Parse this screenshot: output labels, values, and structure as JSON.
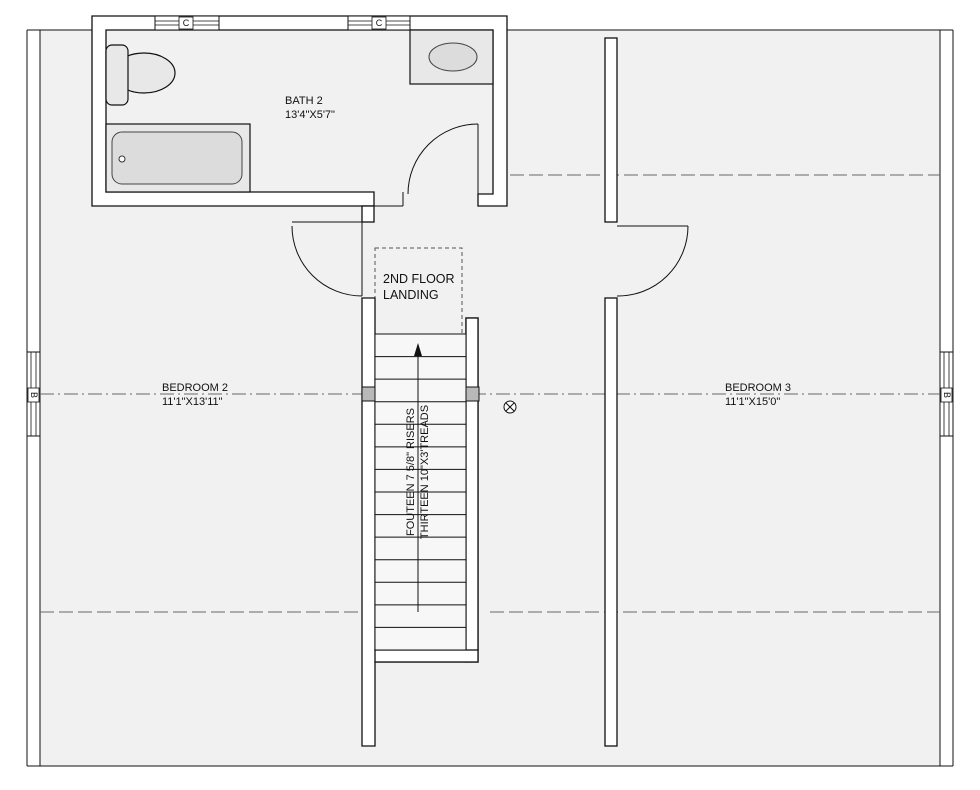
{
  "rooms": {
    "bath2": {
      "name": "BATH 2",
      "dims": "13'4\"X5'7\""
    },
    "bedroom2": {
      "name": "BEDROOM 2",
      "dims": "11'1\"X13'11\""
    },
    "bedroom3": {
      "name": "BEDROOM 3",
      "dims": "11'1\"X15'0\""
    },
    "landing": {
      "line1": "2ND FLOOR",
      "line2": "LANDING"
    }
  },
  "stairs": {
    "risers": "FOUTEEN 7 5/8\" RISERS",
    "treads": "THIRTEEN 10\"X3'TREADS",
    "tread_count": 13
  },
  "tags": {
    "window_c": "C",
    "window_b": "B"
  },
  "colors": {
    "floor": "#f1f1f1",
    "wall": "#ffffff",
    "line": "#111111",
    "fixture": "#e8e8e8",
    "post": "#b9b9b9"
  }
}
